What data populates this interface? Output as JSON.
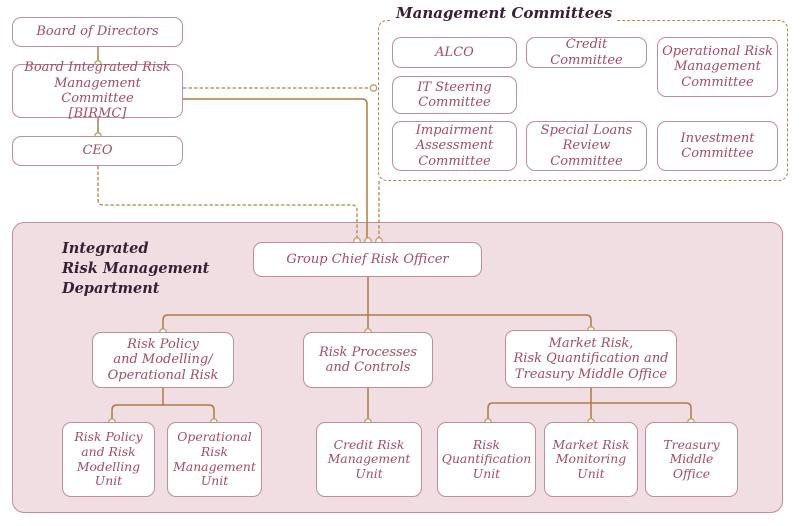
{
  "sections": {
    "management_committees_title": "Management Committees",
    "department_title": "Integrated\nRisk Management\nDepartment"
  },
  "nodes": {
    "board_of_directors": "Board of Directors",
    "birmc": "Board Integrated Risk\nManagement Committee\n[BIRMC]",
    "ceo": "CEO",
    "alco": "ALCO",
    "credit_committee": "Credit Committee",
    "operational_risk_management_committee": "Operational Risk\nManagement\nCommittee",
    "it_steering_committee": "IT Steering\nCommittee",
    "impairment_assessment_committee": "Impairment\nAssessment\nCommittee",
    "special_loans_review_committee": "Special Loans\nReview\nCommittee",
    "investment_committee": "Investment\nCommittee",
    "group_chief_risk_officer": "Group Chief Risk Officer",
    "risk_policy_modelling_operational_risk": "Risk Policy\nand Modelling/\nOperational Risk",
    "risk_processes_and_controls": "Risk Processes\nand Controls",
    "market_risk_quantification_tmo": "Market Risk,\nRisk Quantification and\nTreasury Middle Office",
    "risk_policy_risk_modelling_unit": "Risk Policy\nand Risk\nModelling\nUnit",
    "operational_risk_management_unit": "Operational\nRisk\nManagement\nUnit",
    "credit_risk_management_unit": "Credit Risk\nManagement\nUnit",
    "risk_quantification_unit": "Risk\nQuantification\nUnit",
    "market_risk_monitoring_unit": "Market Risk\nMonitoring\nUnit",
    "treasury_middle_office": "Treasury\nMiddle\nOffice"
  },
  "colors": {
    "box_border": "#c08d9a",
    "box_text": "#a54c63",
    "connector_line": "#ae7b45",
    "joint_circle": "#c69c63",
    "department_background": "#f0dee3",
    "heading_text": "#371f35"
  }
}
